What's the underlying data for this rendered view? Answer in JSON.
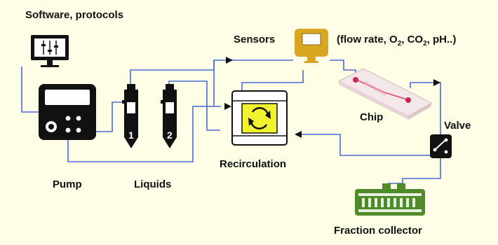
{
  "labels": {
    "software": "Software, protocols",
    "sensors": "Sensors",
    "sensor_params": {
      "prefix": "(flow rate, O",
      "o2_sub": "2",
      "mid": ", CO",
      "co2_sub": "2",
      "suffix": ", pH..)"
    },
    "chip": "Chip",
    "valve": "Valve",
    "pump": "Pump",
    "liquids": "Liquids",
    "recirculation": "Recirculation",
    "fraction_collector": "Fraction collector",
    "vial_1": "1",
    "vial_2": "2"
  },
  "colors": {
    "background": "#fefde6",
    "tubing": "#4a6bd6",
    "device": "#111111",
    "sensor": "#d9a621",
    "recirculation_fill": "#f2f230",
    "collector": "#4f8a2b",
    "chip_channel": "#e05a7a"
  },
  "icons": {
    "software": "monitor-sliders-icon",
    "pump": "pump-device-icon",
    "sensor": "sensor-monitor-icon",
    "recirculation": "recirculation-arrows-icon",
    "valve": "valve-icon",
    "collector": "fraction-collector-icon",
    "chip": "microfluidic-chip-icon"
  }
}
